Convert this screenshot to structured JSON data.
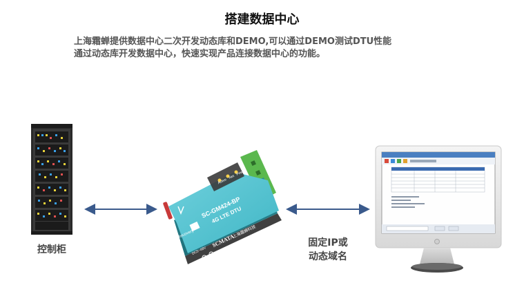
{
  "header": {
    "title": "搭建数据中心",
    "description": [
      "上海霜蝉提供数据中心二次开发动态库和DEMO,可以通过DEMO测试DTU性能",
      "通过动态库开发数据中心，快速实现产品连接数据中心的功能。"
    ]
  },
  "cabinet": {
    "label": "控制柜"
  },
  "device": {
    "model": "SC-GM424-BP",
    "subtitle": "4G LTE DTU",
    "brand": "SCMATA",
    "brand_cn": "上海霜蝉科技",
    "recovery_label": "Recovery",
    "led_labels": [
      "Active",
      "Net",
      "Power"
    ],
    "power_label": "DC5~48V",
    "color": "#3fb6c5"
  },
  "server": {
    "label_lines": [
      "固定IP或",
      "动态域名"
    ]
  },
  "colors": {
    "arrow": "#3a5a8c",
    "screen_frame": "#e8e8e8"
  }
}
